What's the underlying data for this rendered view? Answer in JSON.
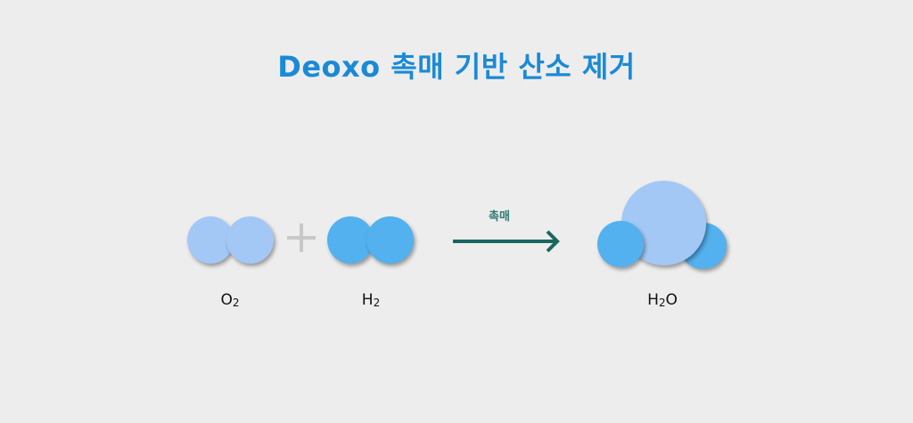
{
  "title": "Deoxo 촉매 기반 산소 제거",
  "reactants": [
    {
      "formula": "O",
      "subscript": "2",
      "element": "oxygen",
      "color": "#a3c8f5"
    },
    {
      "formula": "H",
      "subscript": "2",
      "element": "hydrogen",
      "color": "#52b1ee"
    }
  ],
  "operator": "+",
  "arrow_label": "촉매",
  "arrow_color": "#19675f",
  "product": {
    "formula_a": "H",
    "subscript": "2",
    "formula_b": "O"
  },
  "colors": {
    "title": "#1a8ad6",
    "oxygen": "#a3c8f5",
    "hydrogen": "#52b1ee",
    "background": "#ededed"
  }
}
